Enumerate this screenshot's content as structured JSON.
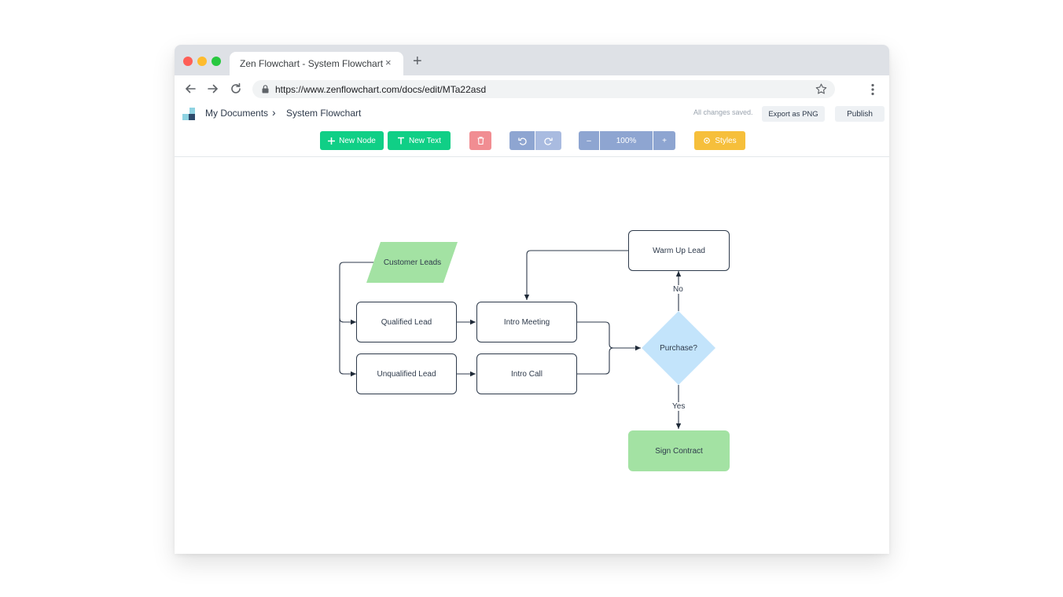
{
  "browser": {
    "tab_title": "Zen Flowchart - System Flowchart",
    "tab_close": "×",
    "new_tab": "+",
    "url": "https://www.zenflowchart.com/docs/edit/MTa22asd"
  },
  "app": {
    "breadcrumb_root": "My Documents",
    "breadcrumb_separator": "›",
    "document_title": "System Flowchart",
    "save_status": "All changes saved.",
    "export_label": "Export as PNG",
    "publish_label": "Publish"
  },
  "toolbar": {
    "new_node_label": "New Node",
    "new_text_label": "New Text",
    "zoom_out": "–",
    "zoom_level": "100%",
    "zoom_in": "+",
    "styles_label": "Styles"
  },
  "flowchart": {
    "nodes": {
      "customer_leads": "Customer Leads",
      "qualified_lead": "Qualified Lead",
      "unqualified_lead": "Unqualified Lead",
      "intro_meeting": "Intro Meeting",
      "intro_call": "Intro Call",
      "purchase": "Purchase?",
      "warm_up_lead": "Warm Up Lead",
      "sign_contract": "Sign Contract"
    },
    "edge_labels": {
      "no": "No",
      "yes": "Yes"
    }
  },
  "colors": {
    "green_button": "#10cf86",
    "delete_button": "#f18d92",
    "undo_button": "#8ea5d1",
    "zoom_button": "#8ea5d1",
    "styles_button": "#f6bf3b",
    "node_green": "#a3e2a3",
    "node_blue": "#c3e4fb",
    "node_border": "#2e3a4b"
  }
}
